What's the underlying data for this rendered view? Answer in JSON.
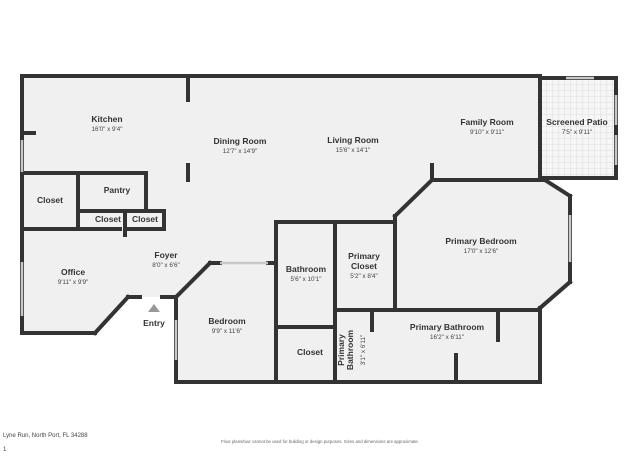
{
  "plan": {
    "rooms": [
      {
        "id": "kitchen",
        "name": "Kitchen",
        "dims": "16'0\" x 9'4\""
      },
      {
        "id": "dining-room",
        "name": "Dining Room",
        "dims": "12'7\" x 14'9\""
      },
      {
        "id": "living-room",
        "name": "Living Room",
        "dims": "15'6\" x 14'1\""
      },
      {
        "id": "family-room",
        "name": "Family Room",
        "dims": "9'10\" x 9'11\""
      },
      {
        "id": "screened-patio",
        "name": "Screened Patio",
        "dims": "7'5\" x 9'11\""
      },
      {
        "id": "closet-left",
        "name": "Closet",
        "dims": ""
      },
      {
        "id": "pantry",
        "name": "Pantry",
        "dims": ""
      },
      {
        "id": "closet-mid-1",
        "name": "Closet",
        "dims": ""
      },
      {
        "id": "closet-mid-2",
        "name": "Closet",
        "dims": ""
      },
      {
        "id": "foyer",
        "name": "Foyer",
        "dims": "8'0\" x 6'6\""
      },
      {
        "id": "office",
        "name": "Office",
        "dims": "9'11\" x 9'9\""
      },
      {
        "id": "bedroom",
        "name": "Bedroom",
        "dims": "9'9\" x 11'6\""
      },
      {
        "id": "bathroom",
        "name": "Bathroom",
        "dims": "5'6\" x 10'1\""
      },
      {
        "id": "primary-closet",
        "name": "Primary\nCloset",
        "dims": "5'2\" x 8'4\""
      },
      {
        "id": "primary-bedroom",
        "name": "Primary Bedroom",
        "dims": "17'0\" x 12'6\""
      },
      {
        "id": "closet-bottom",
        "name": "Closet",
        "dims": ""
      },
      {
        "id": "primary-bathroom-small",
        "name": "Primary\nBathroom",
        "dims": "3'1\" x 6'11\""
      },
      {
        "id": "primary-bathroom",
        "name": "Primary Bathroom",
        "dims": "16'2\" x 6'11\""
      }
    ],
    "entry_label": "Entry"
  },
  "colors": {
    "wall": "#333333",
    "floor": "#f0f0f0",
    "patio_grid": "#d6d6d6",
    "window": "#c8c8c8"
  },
  "footer": {
    "address": "Lyne Run, North Port, FL 34288",
    "disclaimer": "Floor plans/tour cannot be used for building or design purposes. Sizes and dimensions are approximate.",
    "page": "1"
  }
}
